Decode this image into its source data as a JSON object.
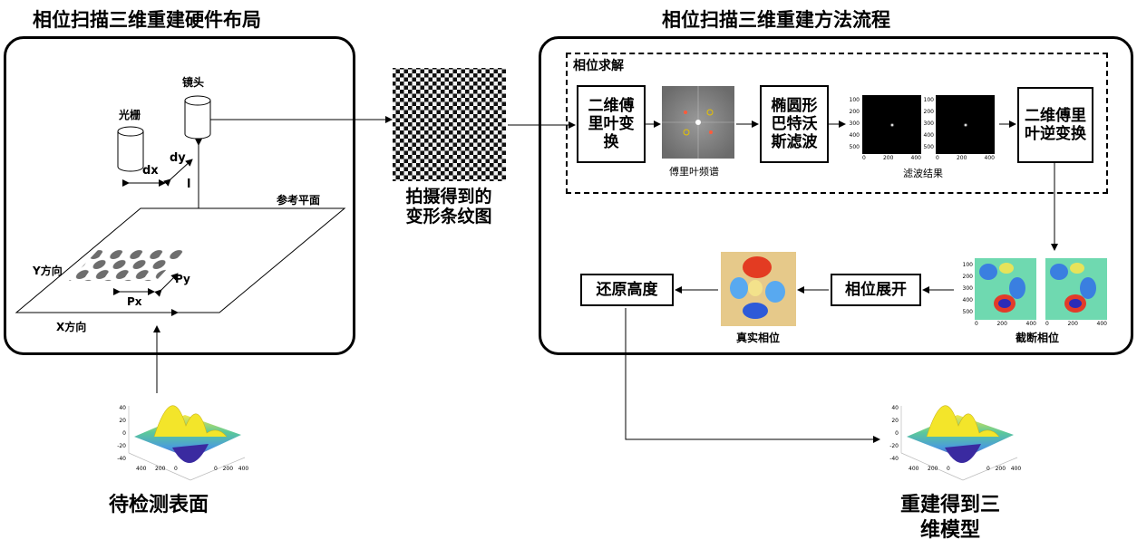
{
  "titles": {
    "hardware": "相位扫描三维重建硬件布局",
    "method": "相位扫描三维重建方法流程"
  },
  "hardware": {
    "lens": "镜头",
    "grating": "光栅",
    "dx": "dx",
    "dy": "dy",
    "l": "l",
    "reference_plane": "参考平面",
    "y_dir": "Y方向",
    "x_dir": "X方向",
    "py": "Py",
    "px": "Px"
  },
  "fringe_caption": "拍摄得到的\n变形条纹图",
  "phase_solve": {
    "label": "相位求解",
    "fft": "二维傅\n里叶变\n换",
    "spectrum_caption": "傅里叶频谱",
    "butterworth": "椭圆形\n巴特沃\n斯滤波",
    "filter_caption": "滤波结果",
    "ifft": "二维傅里\n叶逆变换"
  },
  "filter_plot_ticks": {
    "y": [
      "100",
      "200",
      "300",
      "400",
      "500"
    ],
    "x": [
      "0",
      "200",
      "400"
    ]
  },
  "flow": {
    "unwrap": "相位展开",
    "restore": "还原高度",
    "true_phase_caption": "真实相位",
    "wrapped_caption": "截断相位"
  },
  "surface_ticks": {
    "z": [
      "40",
      "20",
      "0",
      "-20",
      "-40"
    ],
    "x": [
      "0",
      "200",
      "400"
    ],
    "y": [
      "0",
      "200",
      "400"
    ]
  },
  "bottom_captions": {
    "test_surface": "待检测表面",
    "reconstructed": "重建得到三\n维模型"
  }
}
